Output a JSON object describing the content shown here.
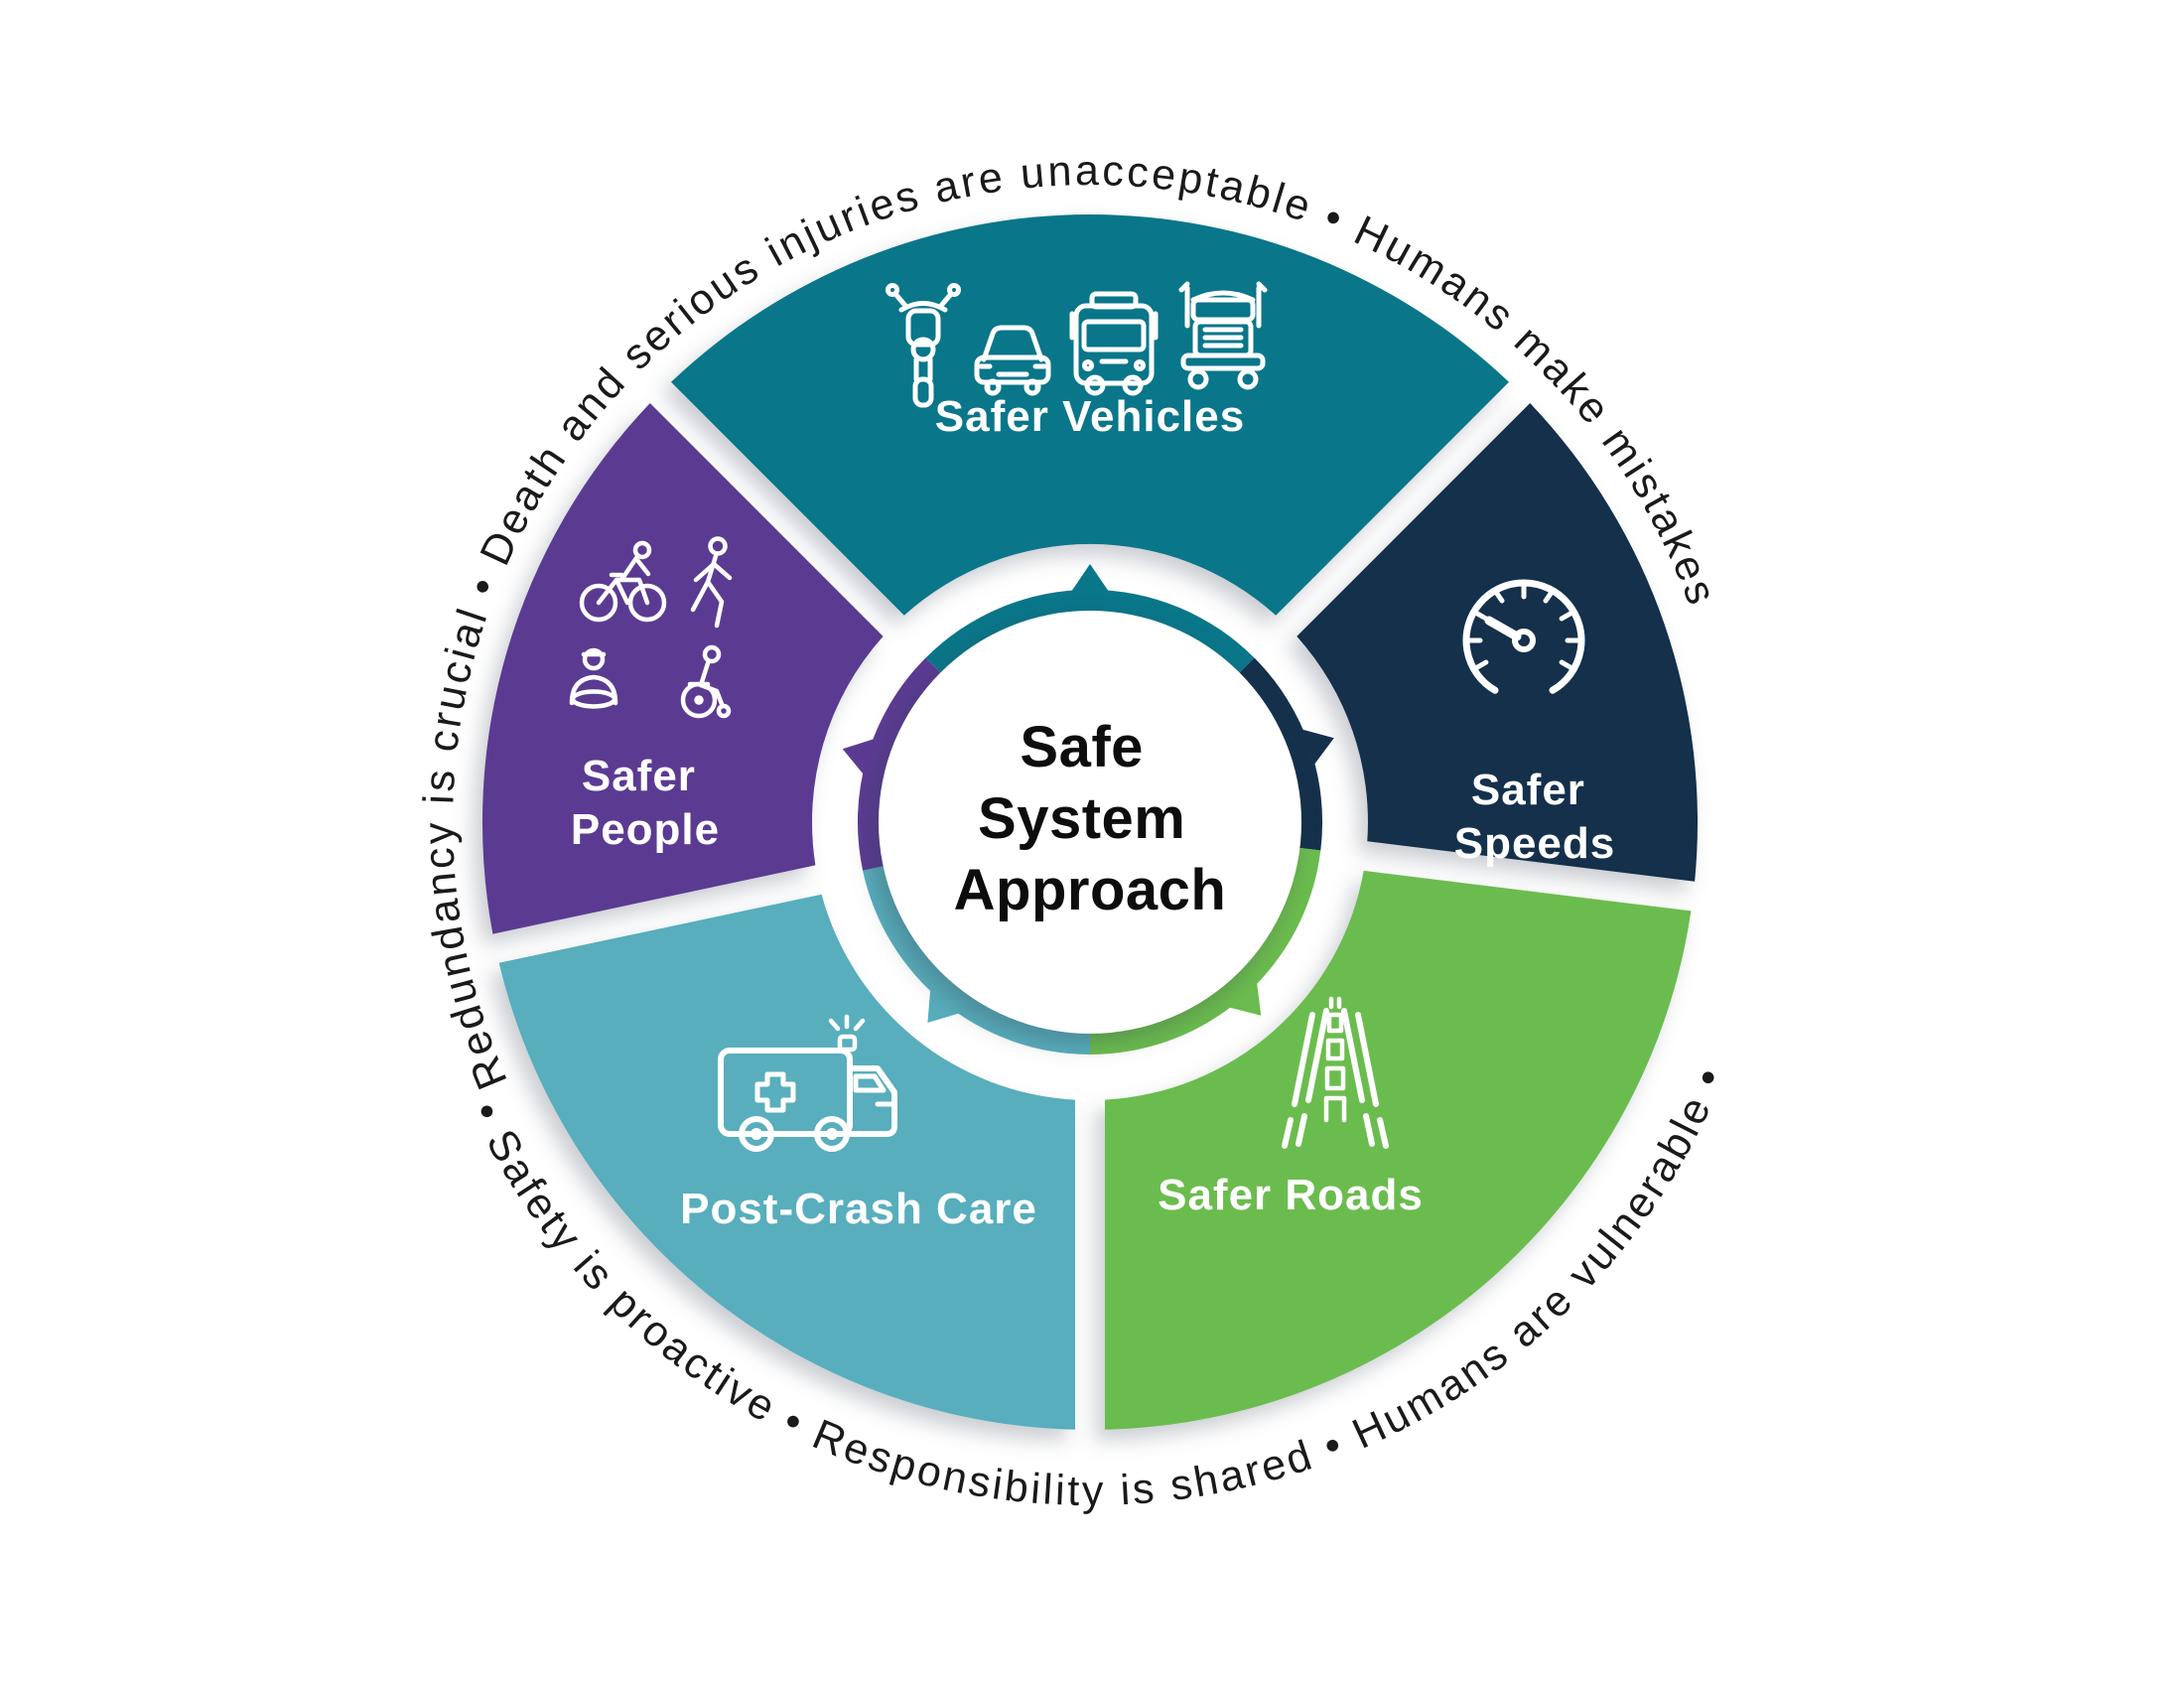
{
  "diagram": {
    "center": {
      "line1": "Safe",
      "line2": "System",
      "line3": "Approach"
    },
    "ring": {
      "top_arc": "Redundancy is crucial • Death and serious injuries are unacceptable • Humans make mistakes",
      "bottom_arc": "• Safety is proactive • Responsibility is shared • Humans are vulnerable •"
    },
    "principles": [
      "Death and serious injuries are unacceptable",
      "Humans make mistakes",
      "Humans are vulnerable",
      "Responsibility is shared",
      "Safety is proactive",
      "Redundancy is crucial"
    ],
    "segments": {
      "vehicles": {
        "label": "Safer Vehicles",
        "color": "#0a7689",
        "icons": [
          "motorcycle",
          "car",
          "bus",
          "truck"
        ]
      },
      "speeds": {
        "line1": "Safer",
        "line2": "Speeds",
        "color": "#14304b",
        "icons": [
          "speedometer"
        ]
      },
      "roads": {
        "label": "Safer Roads",
        "color": "#6bbc4e",
        "icons": [
          "divided-highway"
        ]
      },
      "post_crash": {
        "label": "Post-Crash Care",
        "color": "#58aebc",
        "icons": [
          "ambulance"
        ]
      },
      "people": {
        "line1": "Safer",
        "line2": "People",
        "color": "#5b3b92",
        "icons": [
          "bicyclist",
          "pedestrian",
          "driver",
          "wheelchair-user"
        ]
      }
    },
    "colors": {
      "background": "#ffffff",
      "ring_text": "#1a1a1a",
      "label_text": "#ffffff",
      "center_text": "#0d0d0d"
    }
  }
}
